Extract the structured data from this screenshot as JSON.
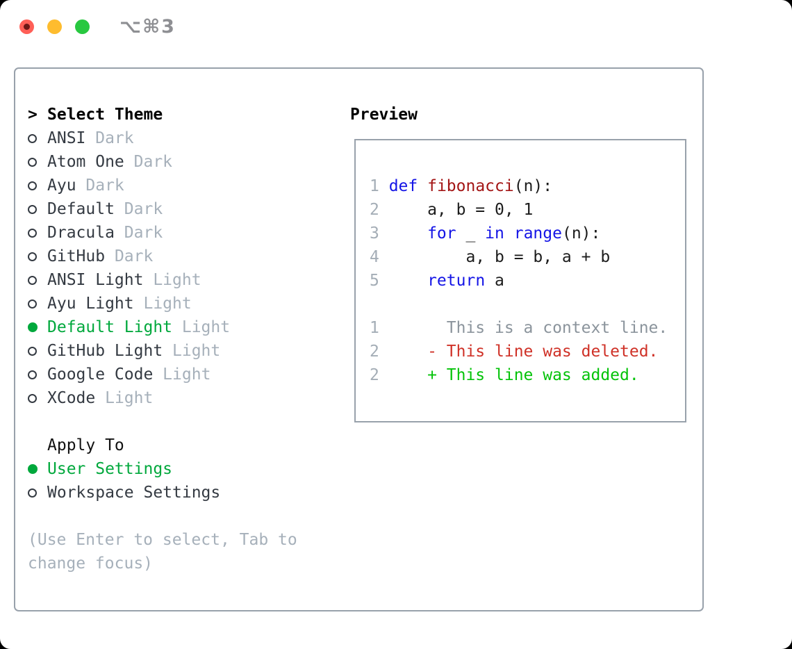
{
  "window": {
    "title": "⌥⌘3"
  },
  "theme_selector": {
    "cursor": ">",
    "header": "Select Theme",
    "items": [
      {
        "name": "ANSI",
        "variant": "Dark",
        "selected": false
      },
      {
        "name": "Atom One",
        "variant": "Dark",
        "selected": false
      },
      {
        "name": "Ayu",
        "variant": "Dark",
        "selected": false
      },
      {
        "name": "Default",
        "variant": "Dark",
        "selected": false
      },
      {
        "name": "Dracula",
        "variant": "Dark",
        "selected": false
      },
      {
        "name": "GitHub",
        "variant": "Dark",
        "selected": false
      },
      {
        "name": "ANSI Light",
        "variant": "Light",
        "selected": false
      },
      {
        "name": "Ayu Light",
        "variant": "Light",
        "selected": false
      },
      {
        "name": "Default Light",
        "variant": "Light",
        "selected": true
      },
      {
        "name": "GitHub Light",
        "variant": "Light",
        "selected": false
      },
      {
        "name": "Google Code",
        "variant": "Light",
        "selected": false
      },
      {
        "name": "XCode",
        "variant": "Light",
        "selected": false
      }
    ]
  },
  "apply_to": {
    "header": "Apply To",
    "options": [
      {
        "name": "User Settings",
        "selected": true
      },
      {
        "name": "Workspace Settings",
        "selected": false
      }
    ]
  },
  "help_text": "(Use Enter to select, Tab to change focus)",
  "preview": {
    "header": "Preview",
    "lines": [
      {
        "number": "1",
        "tokens": [
          {
            "text": "def",
            "type": "keyword"
          },
          {
            "text": " ",
            "type": "plain"
          },
          {
            "text": "fibonacci",
            "type": "function"
          },
          {
            "text": "(n):",
            "type": "plain"
          }
        ]
      },
      {
        "number": "2",
        "tokens": [
          {
            "text": "    a, b = 0, 1",
            "type": "plain"
          }
        ]
      },
      {
        "number": "3",
        "tokens": [
          {
            "text": "    ",
            "type": "plain"
          },
          {
            "text": "for",
            "type": "keyword"
          },
          {
            "text": " _ ",
            "type": "plain"
          },
          {
            "text": "in",
            "type": "keyword"
          },
          {
            "text": " ",
            "type": "plain"
          },
          {
            "text": "range",
            "type": "keyword"
          },
          {
            "text": "(n):",
            "type": "plain"
          }
        ]
      },
      {
        "number": "4",
        "tokens": [
          {
            "text": "        a, b = b, a + b",
            "type": "plain"
          }
        ]
      },
      {
        "number": "5",
        "tokens": [
          {
            "text": "    ",
            "type": "plain"
          },
          {
            "text": "return",
            "type": "keyword"
          },
          {
            "text": " a",
            "type": "plain"
          }
        ]
      },
      {
        "number": "",
        "tokens": []
      },
      {
        "number": "1",
        "tokens": [
          {
            "text": "      This is a context line.",
            "type": "context"
          }
        ]
      },
      {
        "number": "2",
        "tokens": [
          {
            "text": "    - This line was deleted.",
            "type": "deleted"
          }
        ]
      },
      {
        "number": "2",
        "tokens": [
          {
            "text": "    + This line was added.",
            "type": "added"
          }
        ]
      }
    ]
  },
  "colors": {
    "traffic-close": "#ff5f57",
    "traffic-minimize": "#febc2e",
    "traffic-zoom": "#28c840",
    "title-gray": "#8e8f93",
    "panel-border": "#98a1ab",
    "item-text": "#343a42",
    "muted": "#a6b0ba",
    "accent-green": "#00a83c",
    "keyword": "#1414e6",
    "function": "#a31515",
    "plain-code": "#1c1c1c",
    "line-number": "#a4adb6",
    "context": "#8b949c",
    "deleted": "#cf3127",
    "added": "#04c309"
  }
}
